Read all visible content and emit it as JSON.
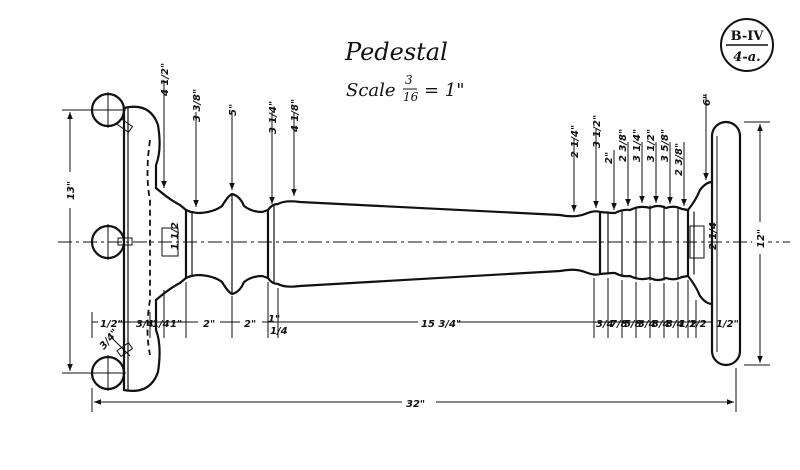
{
  "title": "Pedestal",
  "scale": {
    "prefix": "Scale",
    "num": "3",
    "den": "16",
    "suffix": "= 1\""
  },
  "plate": {
    "top": "B-IV",
    "bottom": "4-a."
  },
  "overall_length": "32\"",
  "left_height": "13\"",
  "right_height": "12\"",
  "bottom_dims": [
    {
      "label": "1/2\""
    },
    {
      "label": "3/4"
    },
    {
      "label": "1/4"
    },
    {
      "label": "1\""
    },
    {
      "label": "2\""
    },
    {
      "label": "2\""
    },
    {
      "label": "1\""
    },
    {
      "label": "1/4"
    },
    {
      "label": "15 3/4\""
    },
    {
      "label": "3/4"
    },
    {
      "label": "7/8"
    },
    {
      "label": "5/8"
    },
    {
      "label": "3/4"
    },
    {
      "label": "3/4"
    },
    {
      "label": "3/4"
    },
    {
      "label": "1/2"
    },
    {
      "label": "1/2"
    },
    {
      "label": "1/2\""
    }
  ],
  "diameters": [
    {
      "label": "4 1/2\""
    },
    {
      "label": "3 3/8\""
    },
    {
      "label": "5\""
    },
    {
      "label": "3 1/4\""
    },
    {
      "label": "4 1/8\""
    },
    {
      "label": "2 1/4\""
    },
    {
      "label": "3 1/2\""
    },
    {
      "label": "2\""
    },
    {
      "label": "2 3/8\""
    },
    {
      "label": "3 1/4\""
    },
    {
      "label": "3 1/2\""
    },
    {
      "label": "3 5/8\""
    },
    {
      "label": "2 3/8\""
    },
    {
      "label": "6\""
    }
  ],
  "misc_dims": {
    "left_hub": "1 1/2",
    "right_hub": "2 1/4",
    "bolt": "3/4\""
  }
}
